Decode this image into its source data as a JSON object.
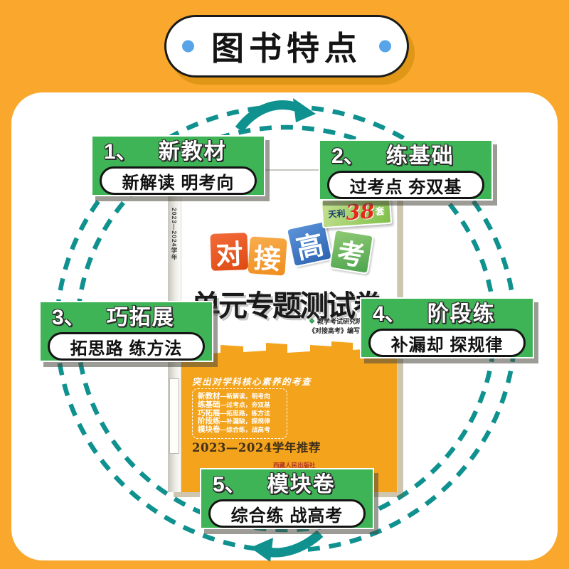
{
  "banner": {
    "title": "图书特点"
  },
  "features": [
    {
      "num": "1、",
      "name": "新教材",
      "desc": "新解读 明考向"
    },
    {
      "num": "2、",
      "name": "练基础",
      "desc": "过考点 夯双基"
    },
    {
      "num": "3、",
      "name": "巧拓展",
      "desc": "拓思路 练方法"
    },
    {
      "num": "4、",
      "name": "阶段练",
      "desc": "补漏却 探规律"
    },
    {
      "num": "5、",
      "name": "模块卷",
      "desc": "综合练 战高考"
    }
  ],
  "book": {
    "spine_year": "2023—2024学年",
    "spine_series": "对接高考·",
    "badge": {
      "brand": "天利",
      "number": "38",
      "unit": "套"
    },
    "tiles": [
      "对",
      "接",
      "高",
      "考"
    ],
    "title": "单元专题测试卷",
    "authors": [
      "教学考试研究院",
      "《对接高考》编写"
    ],
    "slogan": "突出对学科核心素养的考查",
    "points": [
      {
        "k": "新教材",
        "v": "—新解读，明考向"
      },
      {
        "k": "练基础",
        "v": "—过考点，夯双基"
      },
      {
        "k": "巧拓展",
        "v": "—拓思路，练方法"
      },
      {
        "k": "阶段练",
        "v": "—补漏缺，探规律"
      },
      {
        "k": "模块卷",
        "v": "—综合练，战高考"
      }
    ],
    "recommend": "2023—2024学年推荐",
    "publisher": "西藏人民出版社"
  },
  "colors": {
    "background": "#f9a82d",
    "card": "#ffffff",
    "label_green": "#3fb457",
    "cycle_teal": "#0e918f",
    "book_orange": "#f3a31c",
    "dot_blue": "#57a4e9",
    "badge_red": "#e5271c"
  }
}
